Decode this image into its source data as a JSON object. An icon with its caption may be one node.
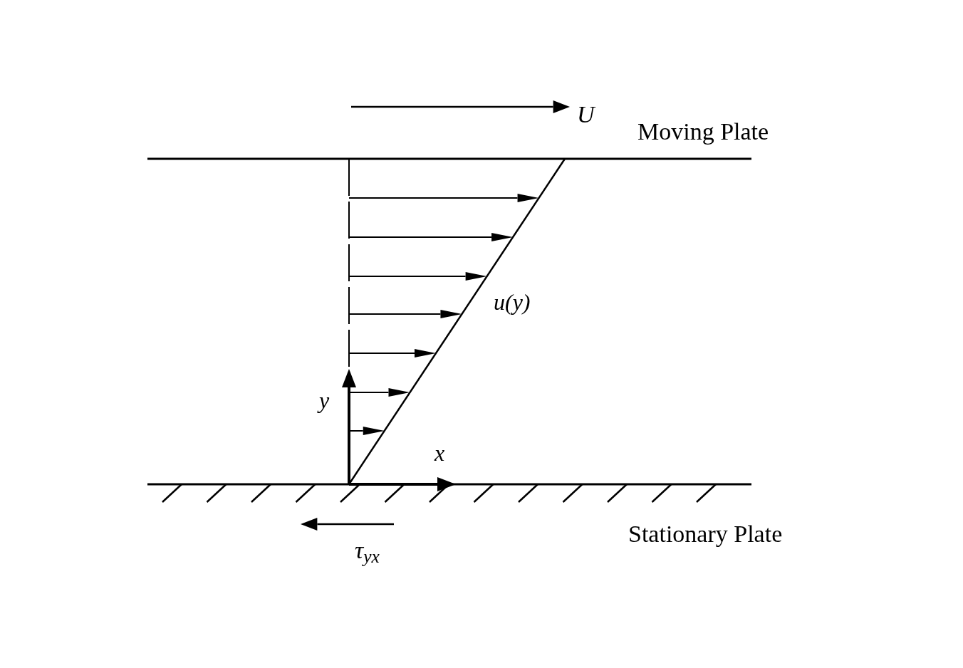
{
  "diagram": {
    "labels": [
      "U",
      "Moving Plate",
      "u(y)",
      "y",
      "x",
      "τ$_{yx}$",
      "Stationary Plate"
    ]
  }
}
